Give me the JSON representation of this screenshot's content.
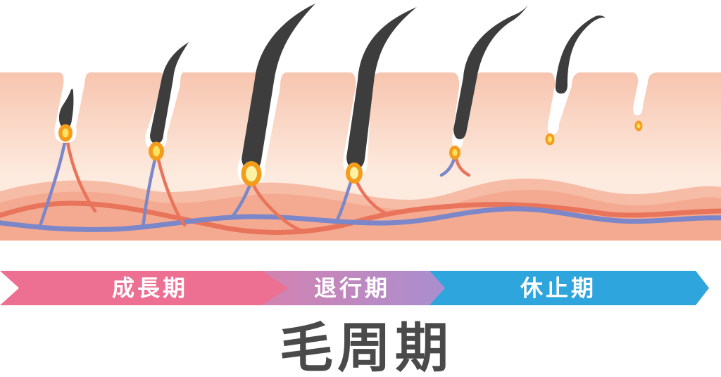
{
  "title": {
    "text": "毛周期",
    "color": "#4a4a4a"
  },
  "banner": {
    "text_color": "#ffffff",
    "phases": [
      {
        "label": "成長期",
        "color": "#ed6f92"
      },
      {
        "label": "退行期",
        "gradient_start": "#d383b1",
        "gradient_end": "#a88fd0"
      },
      {
        "label": "休止期",
        "color": "#2fa5de"
      }
    ]
  },
  "illustration": {
    "name": "hair-growth-cycle-skin-cross-section",
    "stages": [
      "early-anagen",
      "anagen-growing",
      "anagen-peak",
      "anagen-late",
      "catagen",
      "telogen",
      "shed-empty-follicle"
    ],
    "colors": {
      "epidermis_top": "#f7c5af",
      "epidermis_light": "#fdebdf",
      "dermis_wave_light": "#f7bca6",
      "dermis_wave": "#f4aa90",
      "artery": "#e8745b",
      "vein": "#7b87c8",
      "hair": "#3d3d3d",
      "bulb_ring": "#f49d1d",
      "bulb_core": "#ffe25e",
      "bulb_core_large": "#fbf2a3",
      "follicle_channel": "#ffffff"
    }
  }
}
